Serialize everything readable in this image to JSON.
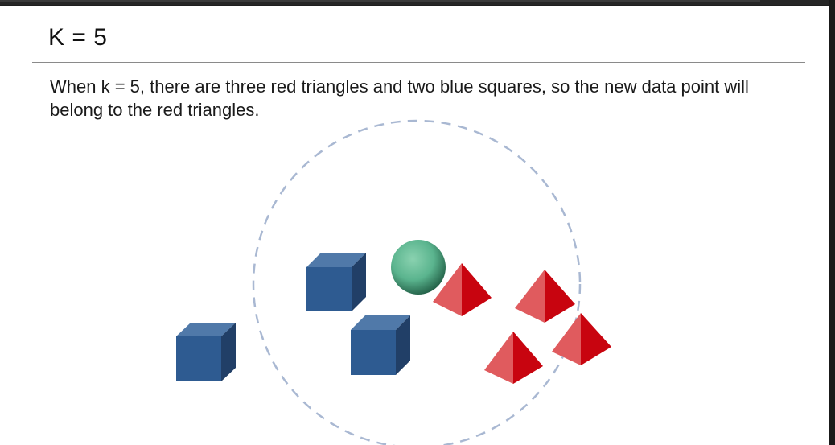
{
  "slide": {
    "title": "K = 5",
    "description": "When k = 5, there are three red triangles and two blue squares, so the new data point will belong to the red triangles."
  },
  "diagram": {
    "k": 5,
    "boundary_style": "dashed-circle",
    "colors": {
      "boundary": "#a9b8d2",
      "cube_front": "#2e5b91",
      "cube_top": "#5079a9",
      "cube_side": "#213f67",
      "pyramid_light": "#e05b5e",
      "pyramid_dark": "#c8040f",
      "sphere": "#5ab48e"
    },
    "counts": {
      "red_triangles_inside": 3,
      "blue_squares_inside": 2
    }
  }
}
